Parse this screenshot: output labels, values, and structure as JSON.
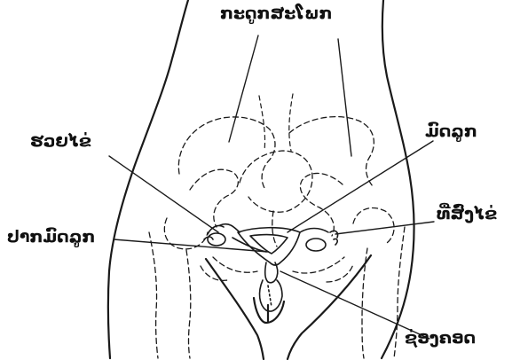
{
  "labels": {
    "pelvic_bone": "ກະດູກສະໂພກ",
    "uterus": "ມົດລູກ",
    "fallopian_tube": "ຮວຍໄຂ່",
    "ovary": "ທີ່ສົ່ງໄຂ່",
    "cervix": "ປາກມົດລູກ",
    "vagina": "ຊ່ອງຄອດ"
  }
}
